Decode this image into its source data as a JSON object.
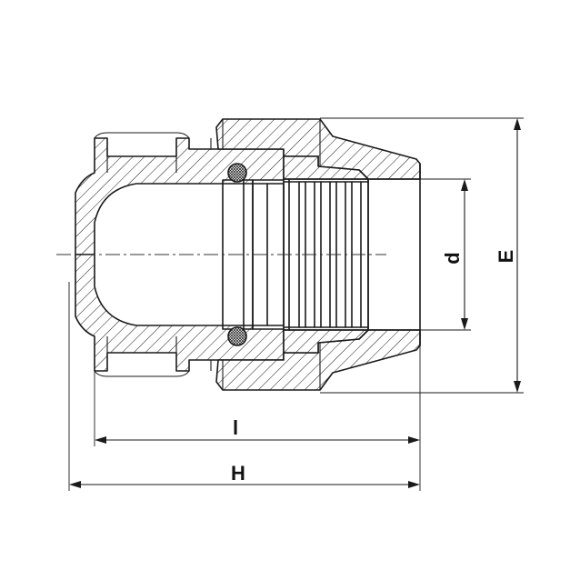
{
  "diagram": {
    "dimensions": {
      "d": "d",
      "E": "E",
      "l": "l",
      "H": "H"
    },
    "colors": {
      "line": "#1a1a1a",
      "background": "#ffffff"
    }
  }
}
